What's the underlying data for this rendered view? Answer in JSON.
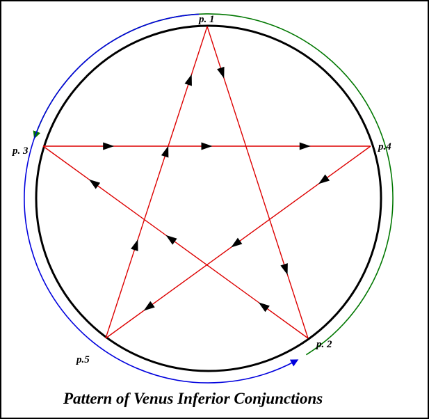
{
  "caption": "Pattern of Venus Inferior Conjunctions",
  "points": [
    {
      "id": "p1",
      "label": "p. 1"
    },
    {
      "id": "p2",
      "label": "p. 2"
    },
    {
      "id": "p3",
      "label": "p. 3"
    },
    {
      "id": "p4",
      "label": "p.4"
    },
    {
      "id": "p5",
      "label": "p.5"
    }
  ],
  "sequence": [
    "p1",
    "p2",
    "p3",
    "p4",
    "p5",
    "p1"
  ],
  "colors": {
    "star_lines": "#dd0000",
    "circle": "#000000",
    "outer_arc_green": "#007700",
    "outer_arc_blue": "#0000dd",
    "arrowheads": "#000000"
  }
}
